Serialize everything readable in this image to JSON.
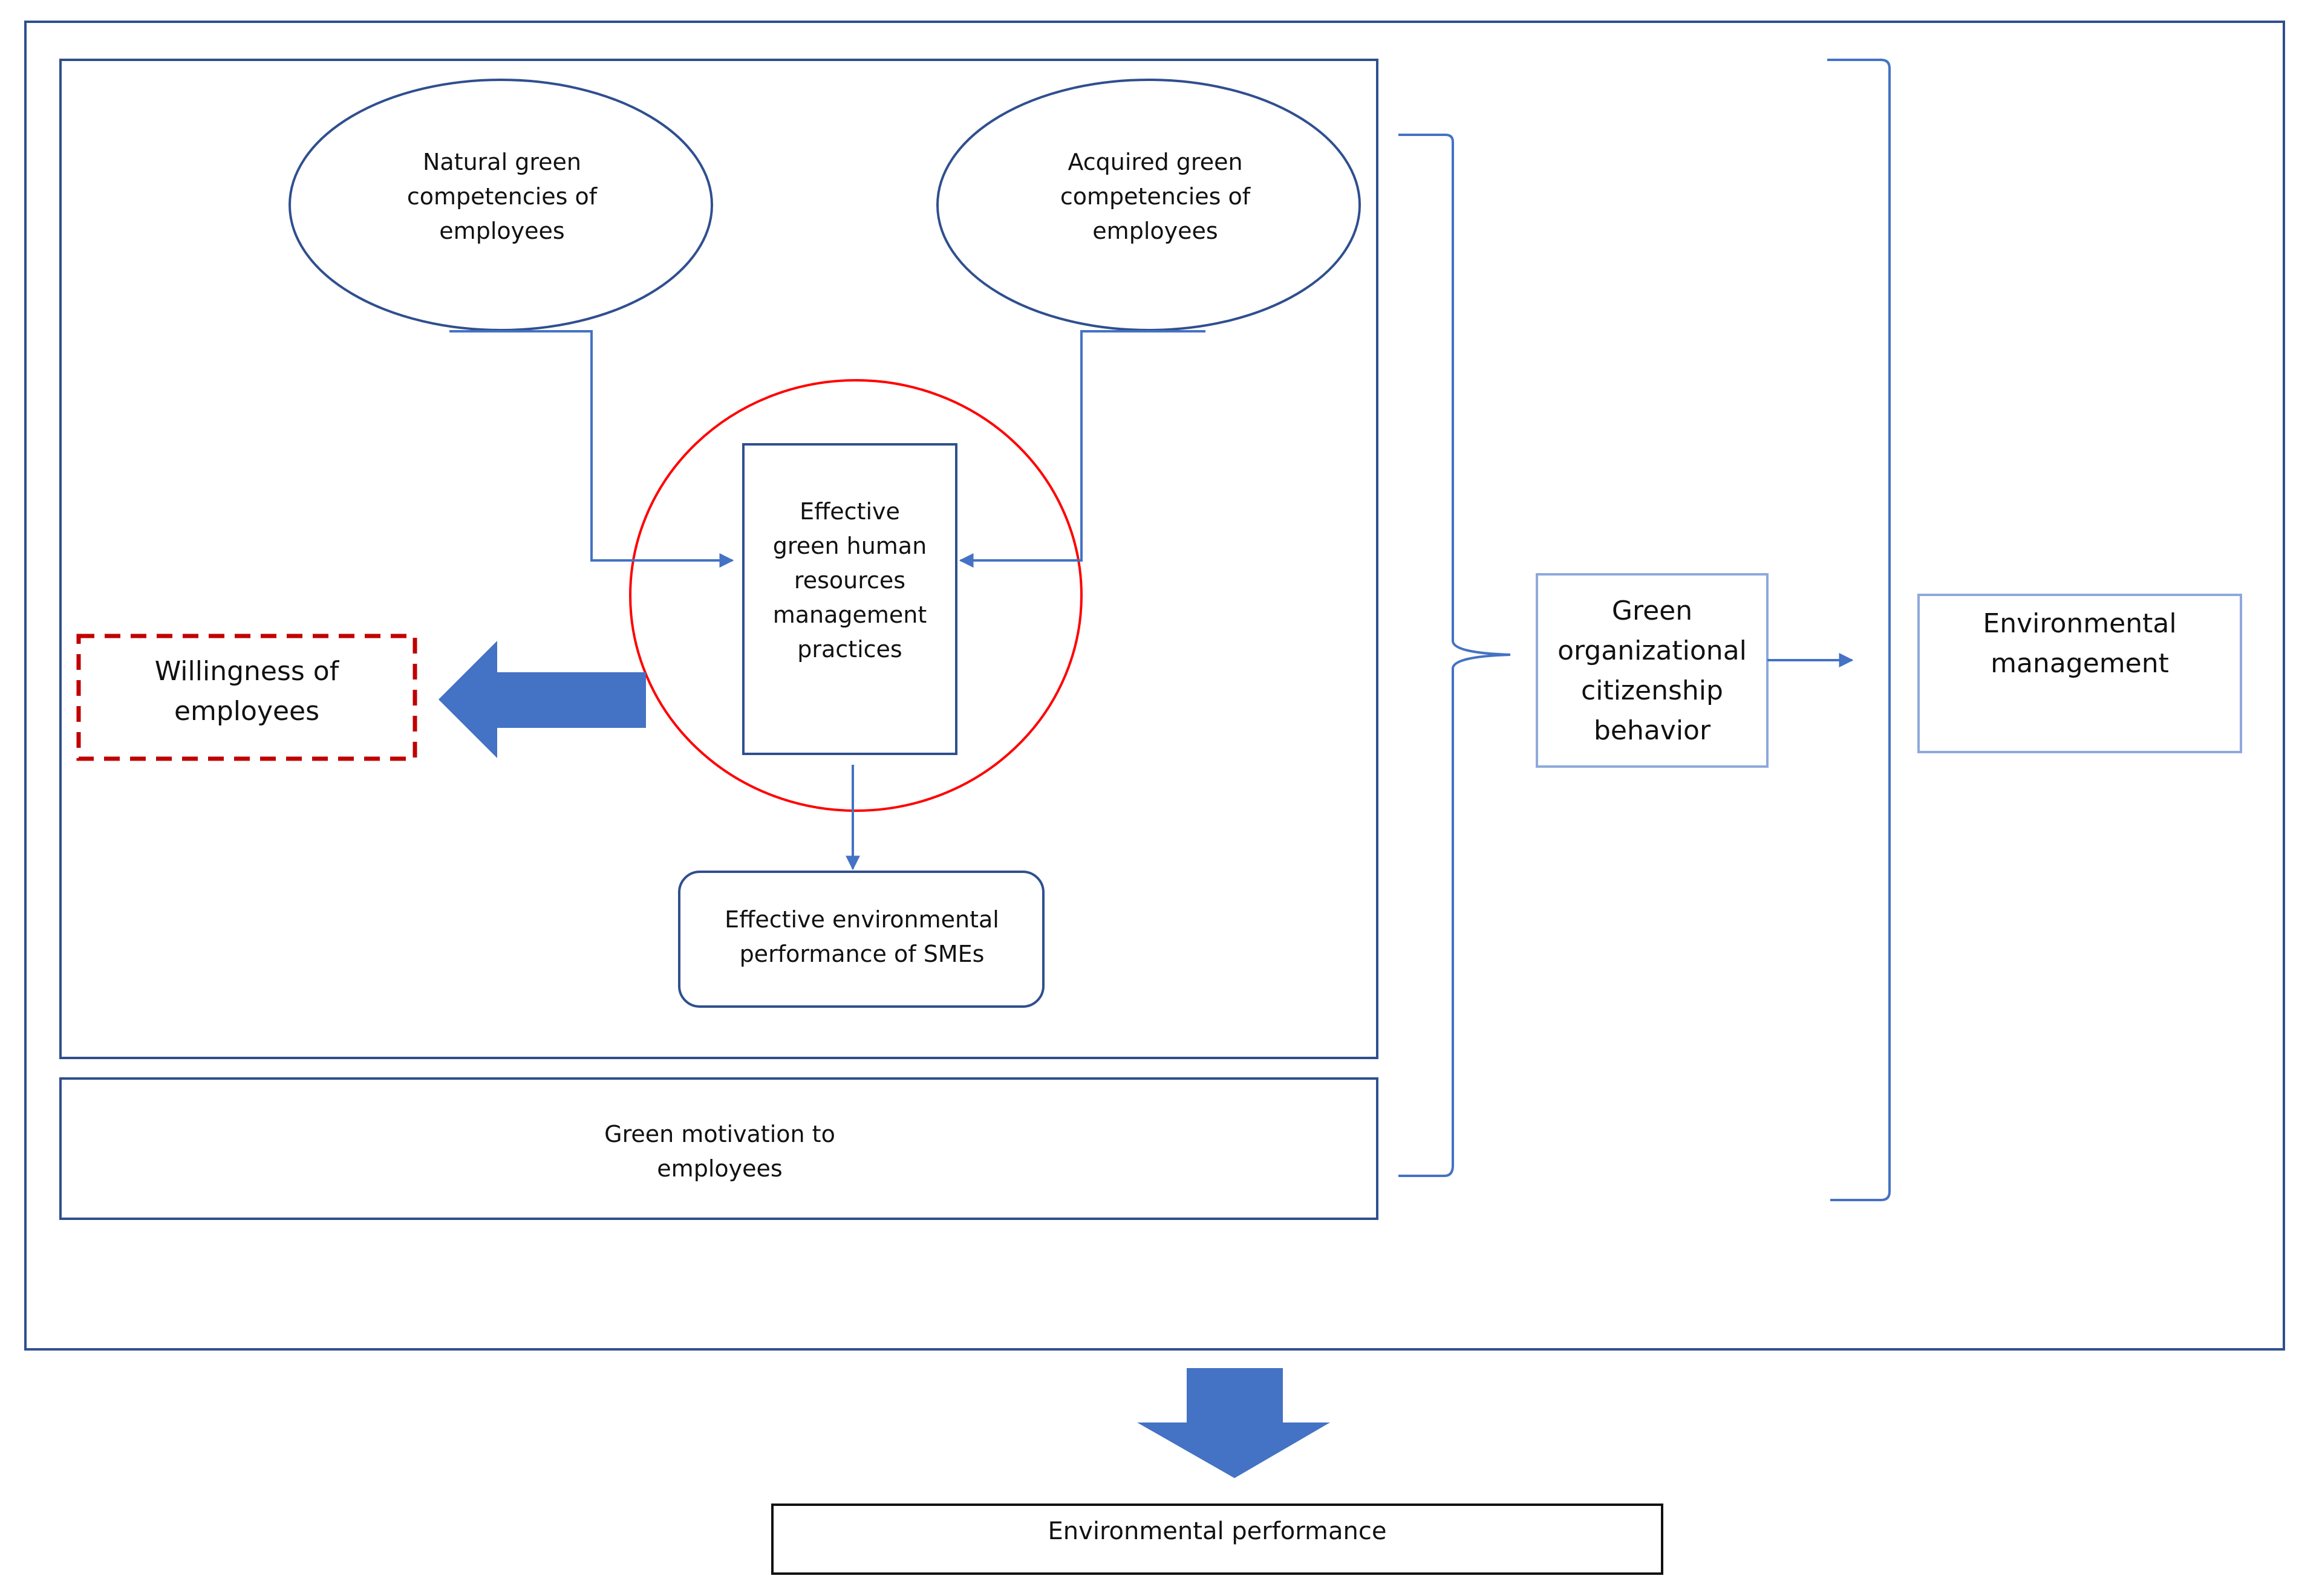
{
  "diagram": {
    "nodes": {
      "natural_green_competencies": "Natural green\ncompetencies of\nemployees",
      "acquired_green_competencies": "Acquired green\ncompetencies of\nemployees",
      "effective_ghrm_practices": "Effective\ngreen human\nresources\nmanagement\npractices",
      "willingness_of_employees": "Willingness of\nemployees",
      "effective_environmental_performance_smes": "Effective environmental\nperformance of SMEs",
      "green_motivation": "Green motivation to\nemployees",
      "green_ocb": "Green\norganizational\ncitizenship\nbehavior",
      "environmental_management": "Environmental\nmanagement",
      "environmental_performance": "Environmental performance"
    },
    "colors": {
      "frame_blue": "#2F4F8F",
      "connector_blue": "#4472C4",
      "light_box_blue": "#8EA9DB",
      "highlight_red": "#FF0000",
      "dashed_red": "#C00000",
      "arrow_fill": "#4472C4",
      "text": "#111111"
    }
  }
}
